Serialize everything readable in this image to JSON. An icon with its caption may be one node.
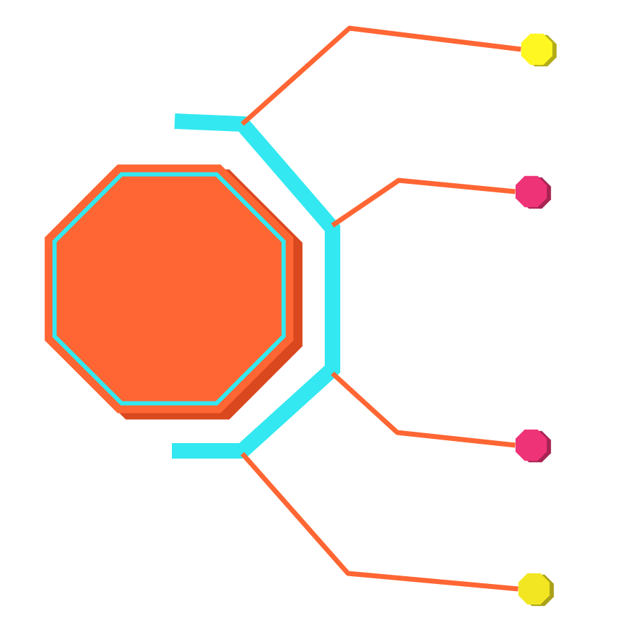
{
  "diagram": {
    "nodes": [
      {
        "text": [],
        "shape": "octagon"
      },
      {
        "text": [],
        "shape": "bracket"
      },
      {
        "text": [],
        "shape": "octagon"
      },
      {
        "text": [],
        "shape": "octagon"
      },
      {
        "text": [],
        "shape": "octagon"
      },
      {
        "text": [],
        "shape": "octagon"
      }
    ],
    "edges": [
      {
        "from": 1,
        "to": 2,
        "arrow": "none"
      },
      {
        "from": 1,
        "to": 3,
        "arrow": "none"
      },
      {
        "from": 1,
        "to": 4,
        "arrow": "none"
      },
      {
        "from": 1,
        "to": 5,
        "arrow": "none"
      }
    ]
  }
}
